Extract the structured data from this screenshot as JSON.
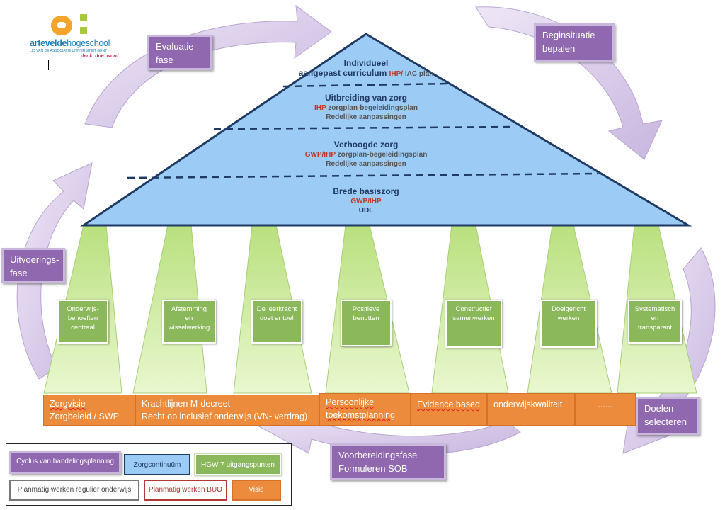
{
  "logo": {
    "name_part1": "artevelde",
    "name_part2": "hogeschool",
    "subtitle": "LID VAN DE ASSOCIATIE UNIVERSITEIT GENT",
    "tagline": "denk. doe. word."
  },
  "colors": {
    "phase_purple": "#8f68b0",
    "arrow_lavender": "#cfc0e2",
    "triangle_blue": "#9ccbf5",
    "pillar_green": "#8cb85c",
    "base_orange": "#ec8b3c",
    "pillar_light": "#d9f2b4"
  },
  "phases": {
    "evaluatie_line1": "Evaluatie-",
    "evaluatie_line2": "fase",
    "beginsituatie_line1": "Beginsituatie",
    "beginsituatie_line2": "bepalen",
    "uitvoering_line1": "Uitvoerings-",
    "uitvoering_line2": "fase",
    "doelen_line1": "Doelen",
    "doelen_line2": "selecteren",
    "voorbereiding_line1": "Voorbereidingsfase",
    "voorbereiding_line2": "Formuleren SOB"
  },
  "triangle": {
    "individueel": {
      "title": "Individueel",
      "line_a": "aangepast curriculum ",
      "line_b": "IHP/",
      "line_c": " IAC plan"
    },
    "uitbreiding": {
      "title": "Uitbreiding van  zorg",
      "line1_red": "IHP",
      "line1_rest": " zorgplan-begeleidingsplan",
      "line2": "Redelijke aanpassingen"
    },
    "verhoogde": {
      "title": "Verhoogde zorg",
      "line1_red": "GWP/IHP",
      "line1_rest": " zorgplan-begeleidingsplan",
      "line2": "Redelijke aanpassingen"
    },
    "brede": {
      "title": "Brede basiszorg",
      "line1_red": "GWP/IHP",
      "line2": "UDL"
    }
  },
  "pillars": [
    {
      "lines": [
        "Onderwijs-",
        "behoeften",
        "centraal"
      ]
    },
    {
      "lines": [
        "Afstemming",
        "en",
        "wisselwerking"
      ]
    },
    {
      "lines": [
        "De leerkracht",
        "doet er toe!"
      ]
    },
    {
      "lines": [
        "Positieve",
        "benutten"
      ]
    },
    {
      "lines": [
        "Constructief",
        "samenwerken"
      ]
    },
    {
      "lines": [
        "Doelgericht",
        "werken"
      ]
    },
    {
      "lines": [
        "Systematisch",
        "en",
        "transparant"
      ]
    }
  ],
  "base": {
    "zorgvisie": "Zorgvisie",
    "zorgbeleid": "Zorgbeleid / SWP",
    "krachtlijnen": "Krachtlijnen M-decreet",
    "recht": "Recht op inclusief onderwijs (VN- verdrag)",
    "persoonlijke": "Persoonlijke",
    "toekomstplanning": "toekomstplanning",
    "evidence": "Evidence based",
    "kwaliteit": "onderwijskwaliteit",
    "dots": "......"
  },
  "legend": {
    "cyclus": "Cyclus van handelingsplanning",
    "zorgcontinuum": "Zorgcontinuüm",
    "hgw": "HGW 7 uitgangspunten",
    "regulier": "Planmatig werken regulier onderwijs",
    "buo": "Planmatig werken BUO",
    "visie": "Visie"
  }
}
